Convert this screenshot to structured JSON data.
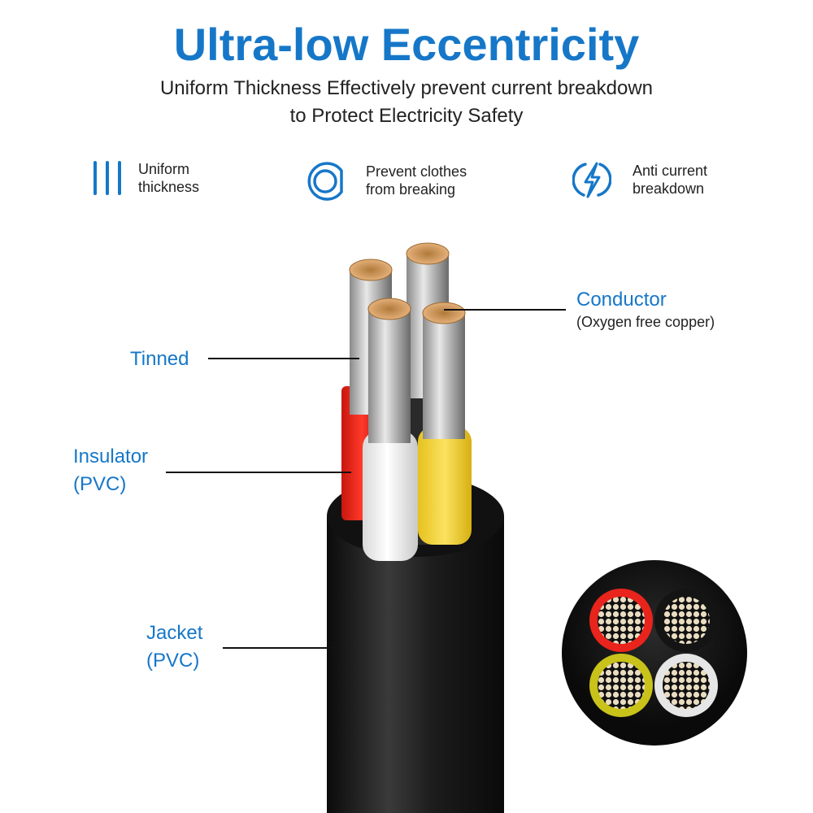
{
  "header": {
    "title": "Ultra-low Eccentricity",
    "subtitle_line1": "Uniform Thickness Effectively prevent current breakdown",
    "subtitle_line2": "to Protect Electricity Safety"
  },
  "features": [
    {
      "icon": "three-bars-icon",
      "line1": "Uniform",
      "line2": "thickness"
    },
    {
      "icon": "spiral-circle-icon",
      "line1": "Prevent clothes",
      "line2": "from breaking"
    },
    {
      "icon": "lightning-circle-icon",
      "line1": "Anti current",
      "line2": "breakdown"
    }
  ],
  "callouts": {
    "conductor": {
      "label": "Conductor",
      "sub": "(Oxygen free copper)"
    },
    "tinned": {
      "label": "Tinned"
    },
    "insulator": {
      "line1": "Insulator",
      "line2": "(PVC)"
    },
    "jacket": {
      "line1": "Jacket",
      "line2": "(PVC)"
    }
  },
  "cable": {
    "wire_colors": [
      "#e8241c",
      "#1a1a1a",
      "#f0d23a",
      "#f2f2f2"
    ],
    "jacket_color": "#161616",
    "accent": "#1677c8"
  },
  "cross_section": {
    "cores": [
      {
        "position": "top-left",
        "color": "#e8241c"
      },
      {
        "position": "top-right",
        "color": "#111111"
      },
      {
        "position": "bottom-left",
        "color": "#c9c21a"
      },
      {
        "position": "bottom-right",
        "color": "#e6e6e6"
      }
    ]
  }
}
